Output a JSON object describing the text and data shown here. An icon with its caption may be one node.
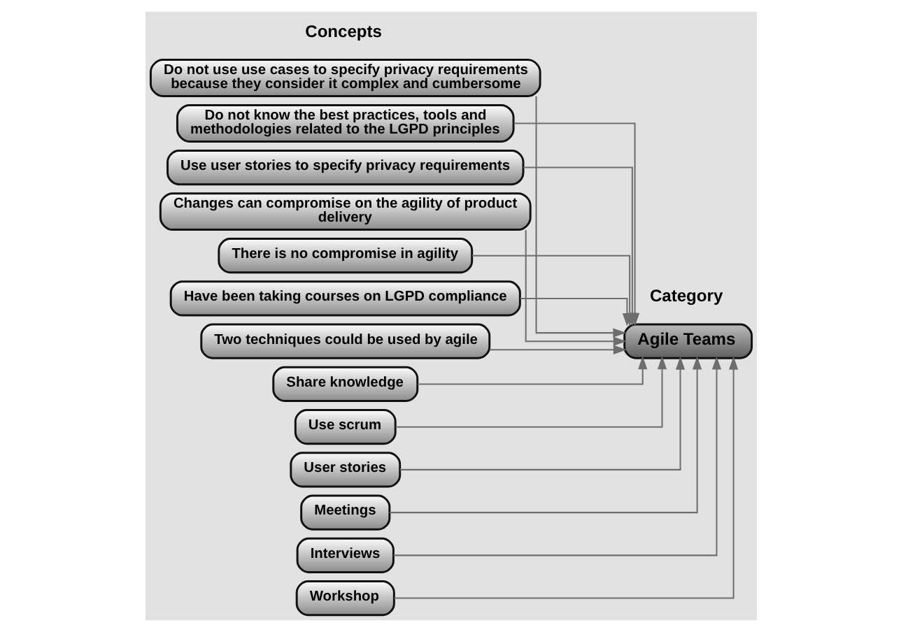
{
  "diagram": {
    "nodes": [
      {
        "text": [
          "Do not use use cases to specify privacy requirements because they consider it complex and cumbersome"
        ]
      },
      {
        "text": [
          "Do not know the best practices, tools and methodologies related to the LGPD principles"
        ]
      },
      {
        "text": [
          "Use user stories to specify privacy requirements"
        ]
      },
      {
        "text": [
          "Changes can compromise on the agility of product delivery"
        ]
      },
      {
        "text": [
          "Agile Teams"
        ]
      },
      {
        "text": [
          "There is no compromise in agility"
        ]
      },
      {
        "text": [
          "Have been taking courses on LGPD compliance"
        ]
      },
      {
        "text": [
          "Two techniques could be used by agile"
        ]
      },
      {
        "text": [
          "Share knowledge"
        ]
      },
      {
        "text": [
          "Use scrum"
        ]
      },
      {
        "text": [
          "User stories"
        ]
      },
      {
        "text": [
          "Meetings"
        ]
      },
      {
        "text": [
          "Interviews"
        ]
      },
      {
        "text": [
          "Workshop"
        ]
      }
    ],
    "edges": [
      {
        "from": 0,
        "to": 4,
        "arrow": "to"
      },
      {
        "from": 1,
        "to": 4,
        "arrow": "to"
      },
      {
        "from": 2,
        "to": 4,
        "arrow": "to"
      },
      {
        "from": 3,
        "to": 4,
        "arrow": "to"
      },
      {
        "from": 5,
        "to": 4,
        "arrow": "to"
      },
      {
        "from": 6,
        "to": 4,
        "arrow": "to"
      },
      {
        "from": 7,
        "to": 4,
        "arrow": "to"
      },
      {
        "from": 8,
        "to": 4,
        "arrow": "to"
      },
      {
        "from": 9,
        "to": 4,
        "arrow": "to"
      },
      {
        "from": 10,
        "to": 4,
        "arrow": "to"
      },
      {
        "from": 11,
        "to": 4,
        "arrow": "to"
      },
      {
        "from": 12,
        "to": 4,
        "arrow": "to"
      },
      {
        "from": 13,
        "to": 4,
        "arrow": "to"
      }
    ],
    "labels": [
      "Concepts",
      "Category"
    ]
  }
}
